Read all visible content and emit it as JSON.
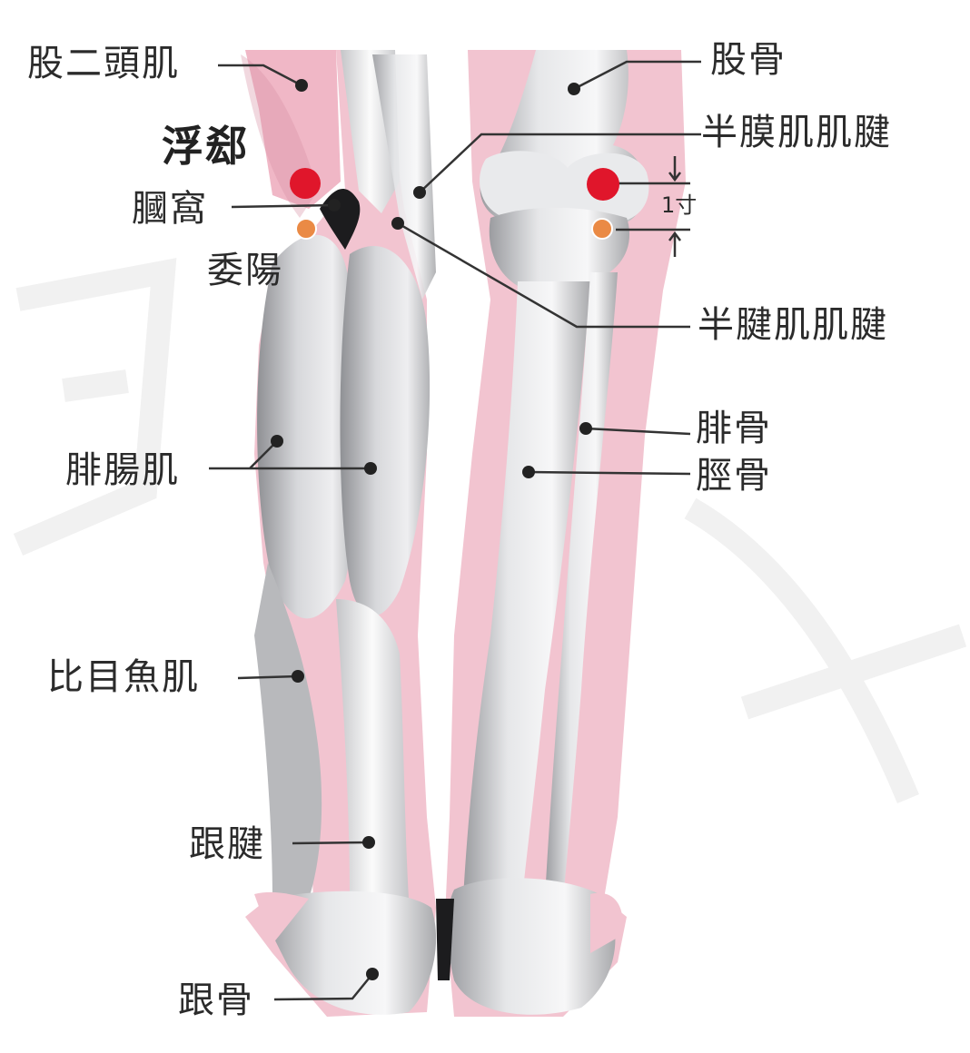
{
  "colors": {
    "acupoint_primary": "#e0162b",
    "acupoint_secondary": "#ea8a45",
    "skin_pink": "#f3bccb",
    "bone": "#d9dadc",
    "leader": "#333333"
  },
  "labels": {
    "biceps_femoris": "股二頭肌",
    "femur": "股骨",
    "fuxi": "浮郄",
    "popliteal_fossa": "膕窩",
    "weiyang": "委陽",
    "semimembranosus_tendon": "半膜肌肌腱",
    "semitendinosus_tendon": "半腱肌肌腱",
    "gastrocnemius": "腓腸肌",
    "fibula": "腓骨",
    "tibia": "脛骨",
    "soleus": "比目魚肌",
    "achilles_tendon": "跟腱",
    "calcaneus": "跟骨",
    "distance": "1寸"
  }
}
